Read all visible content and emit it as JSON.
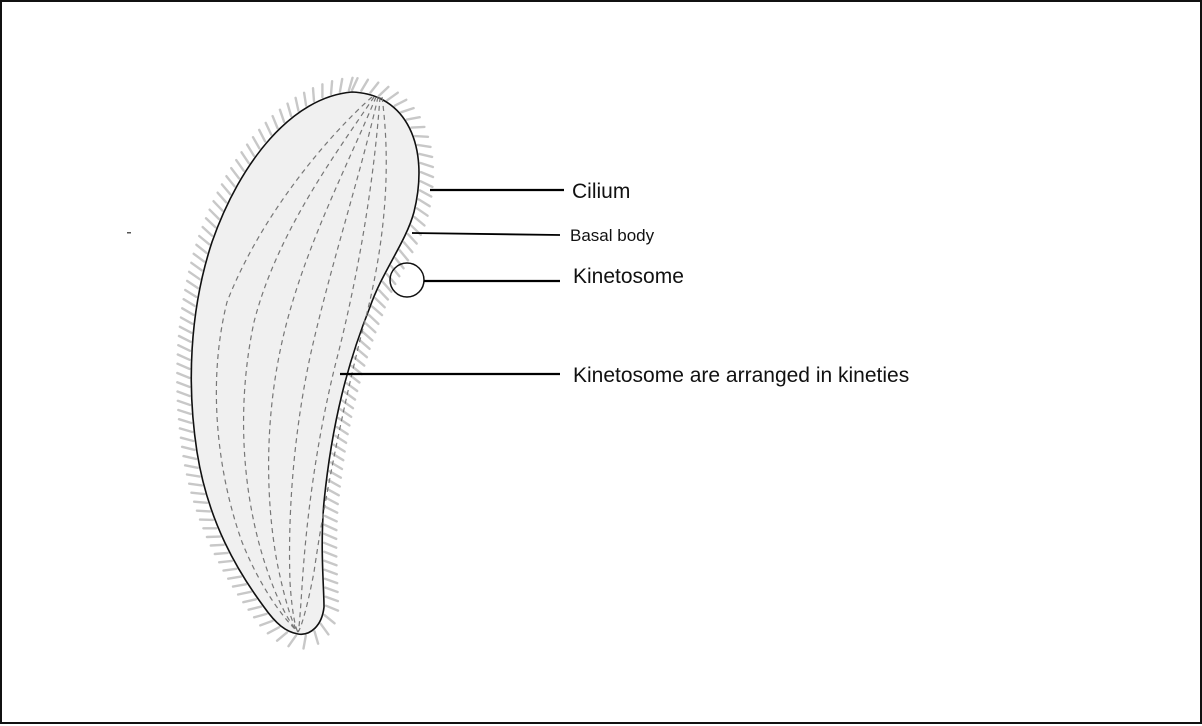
{
  "diagram": {
    "labels": {
      "cilium": "Cilium",
      "basal_body": "Basal body",
      "kinetosome": "Kinetosome",
      "kineties": "Kinetosome are arranged in kineties"
    },
    "colors": {
      "body_fill": "#f0f0f0",
      "outline": "#111111",
      "cilia": "#c8c8c8",
      "kinety_lines": "#777777",
      "leader_lines": "#000000"
    }
  }
}
